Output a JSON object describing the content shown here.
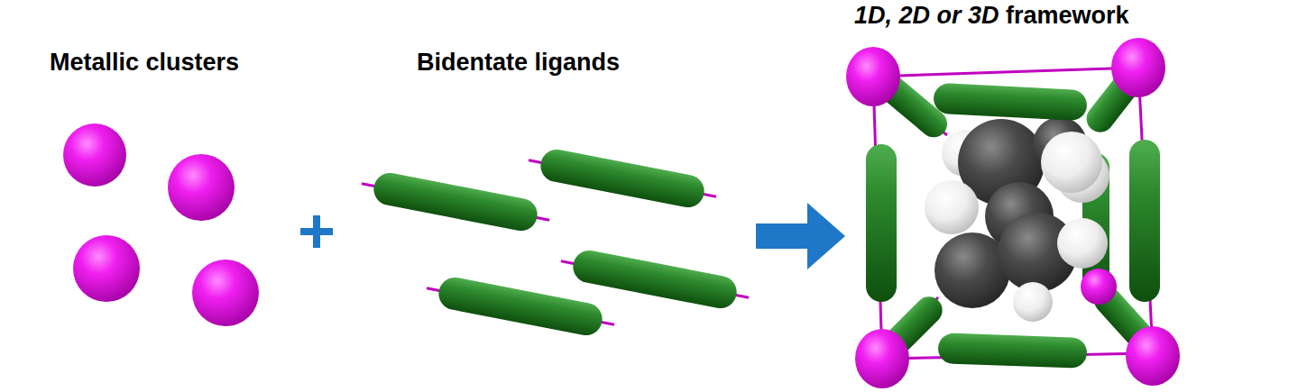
{
  "diagram": {
    "labels": [
      "Metallic clusters",
      "Bidentate ligands",
      "1D, 2D or 3D framework"
    ]
  }
}
